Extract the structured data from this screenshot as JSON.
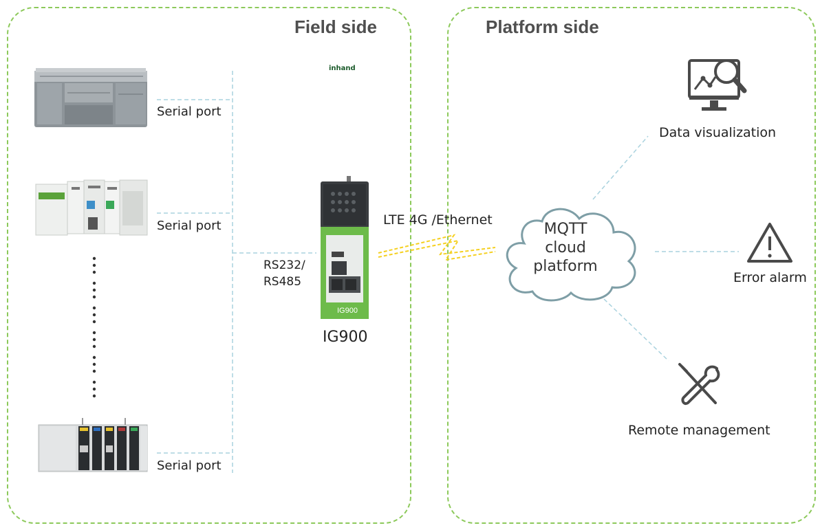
{
  "field_panel": {
    "title": "Field side"
  },
  "platform_panel": {
    "title": "Platform side"
  },
  "devices": [
    {
      "port_label": "Serial port"
    },
    {
      "port_label": "Serial port"
    },
    {
      "port_label": "Serial port"
    }
  ],
  "bus_label": {
    "line1": "RS232/",
    "line2": "RS485"
  },
  "gateway": {
    "name": "IG900",
    "panel_text": "IG900",
    "brand": "inhand"
  },
  "link_label": "LTE 4G /Ethernet",
  "cloud": {
    "line1": "MQTT",
    "line2": "cloud",
    "line3": "platform"
  },
  "functions": {
    "visualization": "Data visualization",
    "alarm": "Error alarm",
    "management": "Remote management"
  },
  "colors": {
    "panel_border": "#8cc95a",
    "connector": "#a9d2de",
    "lightning": "#f5d020",
    "cloud_stroke": "#7e9ea6"
  }
}
